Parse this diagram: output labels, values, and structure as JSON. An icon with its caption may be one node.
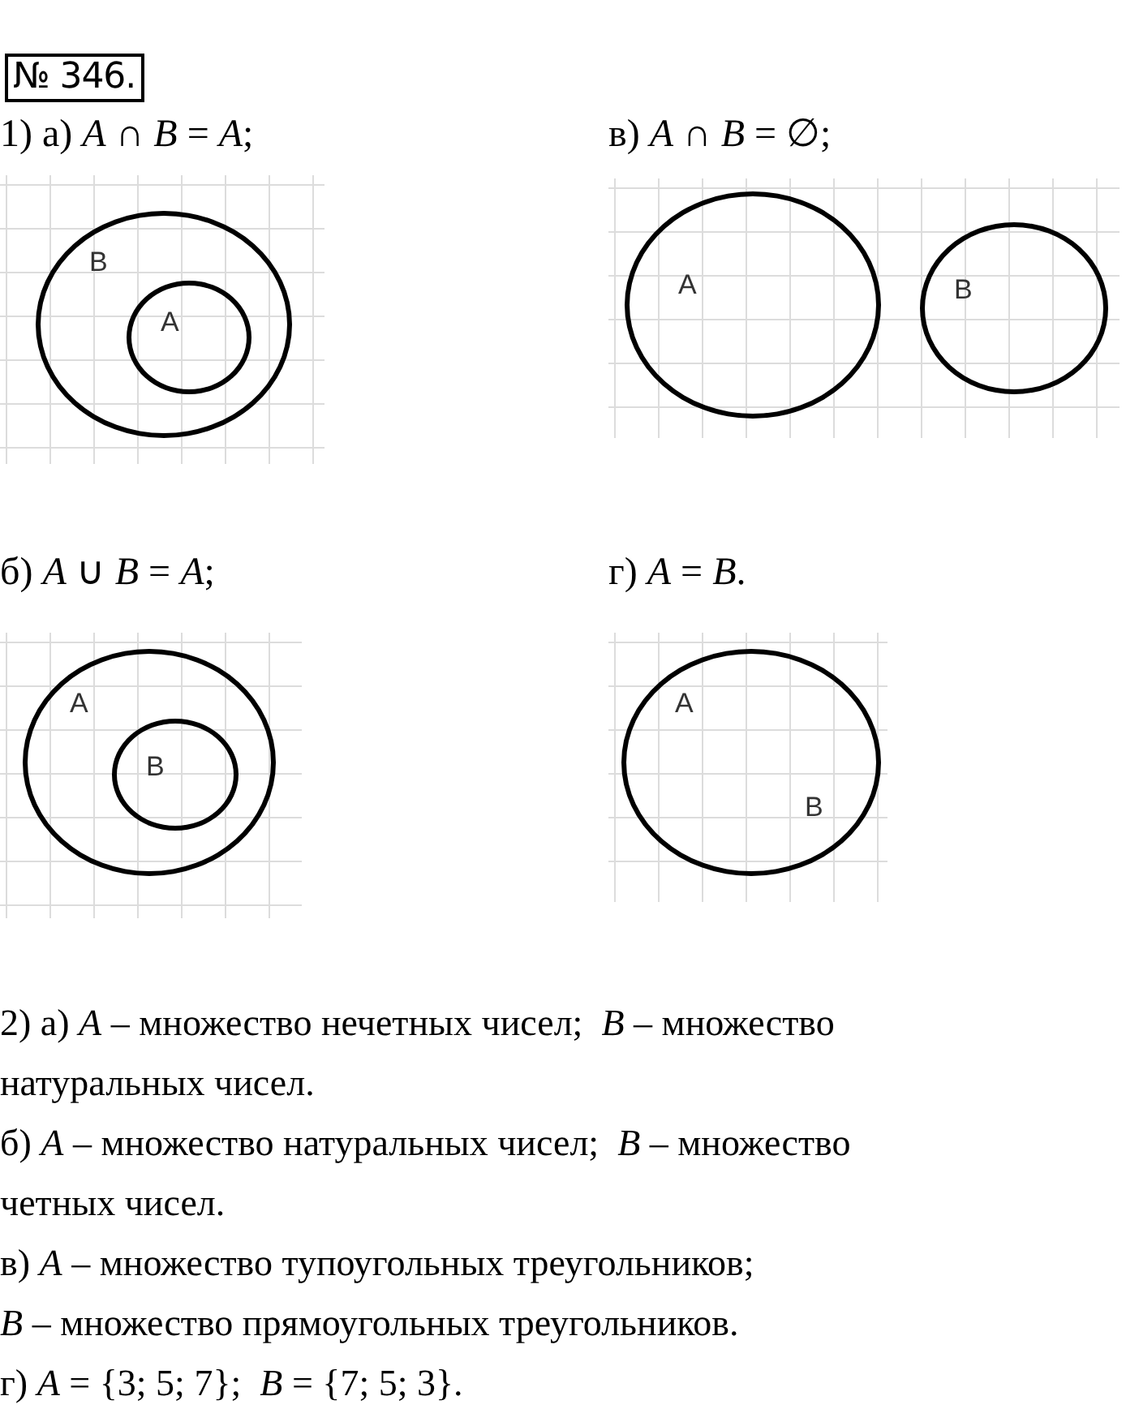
{
  "diagram": {
    "title": "№ 346.",
    "nodes": [
      {
        "text": [
          "B"
        ]
      },
      {
        "text": [
          "A"
        ],
        "in": 0
      },
      {
        "text": [
          "A"
        ]
      },
      {
        "text": [
          "B"
        ]
      },
      {
        "text": [
          "A"
        ]
      },
      {
        "text": [
          "B"
        ],
        "in": 4
      },
      {
        "text": [
          "A",
          "B"
        ]
      }
    ],
    "labels": [
      "1) а) *A* ∩ *B* = *A*;",
      "в) *A* ∩ *B* = ∅;",
      "б) *A* ∪ *B* = *A*;",
      "г) *A* = *B*.",
      "2) а) *A* – множество нечетных чисел;  *B* – множество натуральных чисел.",
      "б) *A* – множество натуральных чисел;  *B* – множество четных чисел.",
      "в) *A* – множество тупоугольных треугольников;",
      "*B* – множество прямоугольных треугольников.",
      "г) *A* = {3; 5; 7};  *B* = {7; 5; 3}."
    ]
  }
}
